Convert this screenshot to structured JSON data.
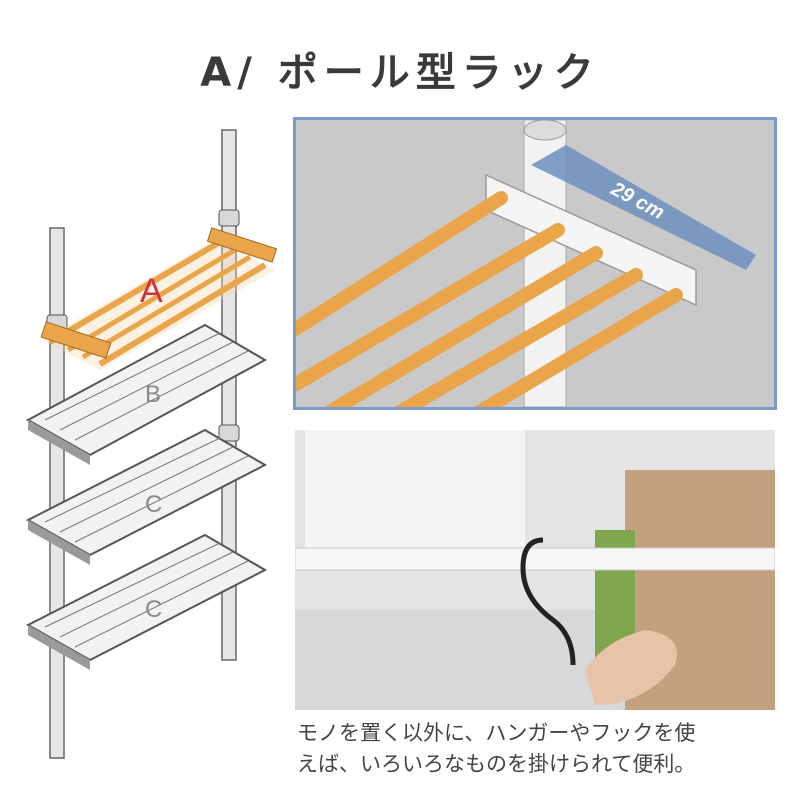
{
  "title": "A/ ポール型ラック",
  "labels": {
    "shelf_a": "A",
    "shelf_b": "B",
    "shelf_c1": "C",
    "shelf_c2": "C"
  },
  "dimension": "29 cm",
  "caption": {
    "line1": "モノを置く以外に、ハンガーやフックを使",
    "line2": "えば、いろいろなものを掛けられて便利。"
  },
  "colors": {
    "orange": "#eaa44a",
    "pole": "#e2e2e2",
    "frame": "#7a9bc9",
    "arrow": "#6d8fc0",
    "title": "#3a3a3a"
  }
}
